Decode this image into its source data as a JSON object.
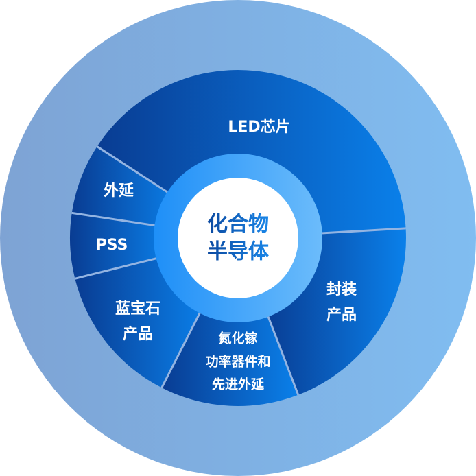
{
  "center": {
    "lines": [
      "化合物",
      "半导体"
    ]
  },
  "segments": [
    {
      "id": "led",
      "lines": [
        "LED芯片"
      ],
      "start": -147,
      "end": -3.3
    },
    {
      "id": "packaging",
      "lines": [
        "封装",
        "产品"
      ],
      "start": -3.3,
      "end": 69
    },
    {
      "id": "gan",
      "lines": [
        "氮化镓",
        "功率器件和",
        "先进外延"
      ],
      "start": 69,
      "end": 117
    },
    {
      "id": "sapphire",
      "lines": [
        "蓝宝石",
        "产品"
      ],
      "start": 117,
      "end": 166
    },
    {
      "id": "pss",
      "lines": [
        "PSS"
      ],
      "start": 166,
      "end": 188.6
    },
    {
      "id": "epitaxy",
      "lines": [
        "外延"
      ],
      "start": 188.6,
      "end": 213
    }
  ],
  "colors": {
    "outer_left": "#7ea3d4",
    "outer_right": "#80bdf1",
    "seg_dark": "#093c92",
    "seg_bright": "#0a80ea",
    "inner_left": "#1e8ff8",
    "inner_right": "#6cbcfb",
    "separator": "#93b4e2"
  }
}
